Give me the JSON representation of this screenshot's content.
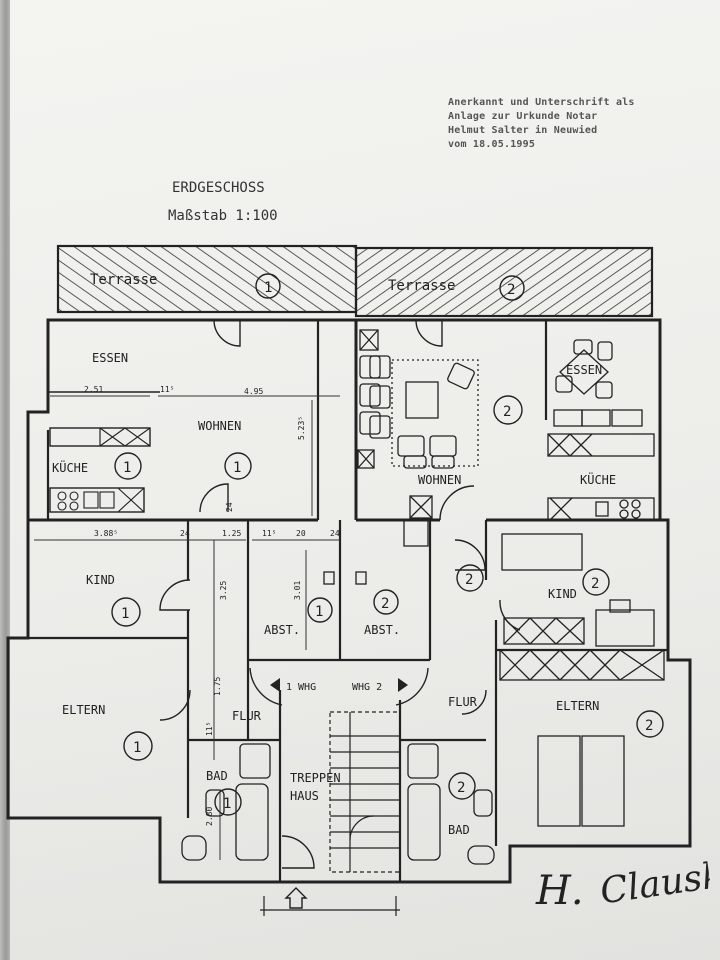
{
  "stamp": {
    "line1": "Anerkannt und Unterschrift als",
    "line2": "Anlage zur Urkunde Notar",
    "line3": "Helmut Salter in Neuwied",
    "line4": "vom 18.05.1995"
  },
  "plan": {
    "title": "ERDGESCHOSS",
    "scale": "Maßstab 1:100",
    "terrace_left": "Terrasse",
    "terrace_right": "Terrasse",
    "unit1": "1",
    "unit2": "2",
    "rooms": {
      "essen_left": "ESSEN",
      "wohnen_left": "WOHNEN",
      "kueche_left": "KÜCHE",
      "kind_left": "KIND",
      "eltern_left": "ELTERN",
      "abst_left": "ABST.",
      "flur_left": "FLUR",
      "bad_left": "BAD",
      "treppenhaus_1": "TREPPEN",
      "treppenhaus_2": "HAUS",
      "essen_right": "ESSEN",
      "wohnen_right": "WOHNEN",
      "kueche_right": "KÜCHE",
      "kind_right": "KIND",
      "eltern_right": "ELTERN",
      "abst_right": "ABST.",
      "flur_right": "FLUR",
      "bad_right": "BAD"
    },
    "whg1": "1 WHG",
    "whg2": "WHG 2",
    "dims": {
      "d251": "2.51",
      "d115a": "11⁵",
      "d495": "4.95",
      "d523": "5.23⁵",
      "d3885": "3.88⁵",
      "d24a": "24",
      "d24b": "24",
      "d125": "1.25",
      "d115b": "11⁵",
      "d20": "20",
      "d24c": "24",
      "d325": "3.25",
      "d301": "3.01",
      "d175": "1.75",
      "d115c": "11⁵",
      "d280": "2.80"
    }
  },
  "signature": {
    "line1": "H.",
    "line2": "Clauske"
  }
}
